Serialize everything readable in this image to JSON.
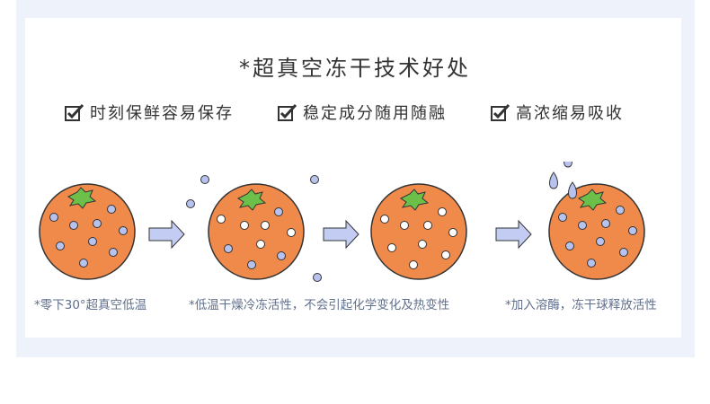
{
  "title": "*超真空冻干技术好处",
  "features": [
    {
      "label": "时刻保鲜容易保存",
      "icon": "checkbox-checked-icon"
    },
    {
      "label": "稳定成分随用随融",
      "icon": "checkbox-checked-icon"
    },
    {
      "label": "高浓缩易吸收",
      "icon": "checkbox-checked-icon"
    }
  ],
  "captions": [
    "*零下30°超真空低温",
    "*低温干燥冷冻活性，不会引起化学变化及热变性",
    "*加入溶酶，冻干球释放活性"
  ],
  "colors": {
    "frame_bg": "#eef2fb",
    "orange_fill": "#f08a4b",
    "orange_stroke": "#333333",
    "leaf": "#6cc04a",
    "particle": "#b7c3ee",
    "arrow": "#c3ccf2",
    "text": "#333333",
    "caption": "#5f6f8c"
  }
}
